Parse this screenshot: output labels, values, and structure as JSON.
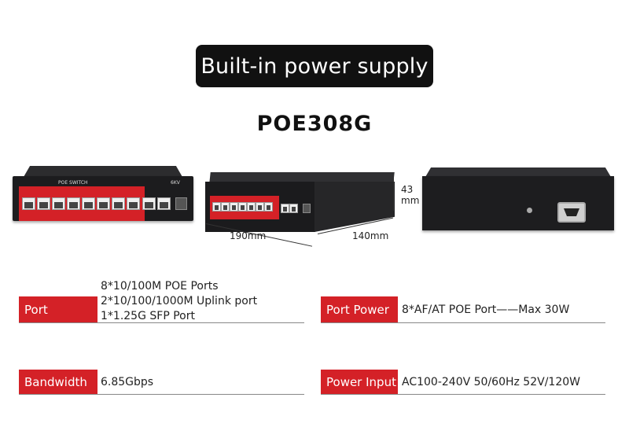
{
  "banner": {
    "text": "Built-in power supply"
  },
  "model": {
    "name": "POE308G"
  },
  "product_images": {
    "front_label": "POE SWITCH",
    "front_label_right": "6KV",
    "dimensions": {
      "height": "43",
      "height_unit": "mm",
      "width": "190mm",
      "depth": "140mm"
    }
  },
  "specs": {
    "port": {
      "label": "Port",
      "lines": [
        "8*10/100M POE Ports",
        "2*10/100/1000M Uplink port",
        "1*1.25G SFP Port"
      ]
    },
    "port_power": {
      "label": "Port Power",
      "value": "8*AF/AT POE Port——Max 30W"
    },
    "bandwidth": {
      "label": "Bandwidth",
      "value": "6.85Gbps"
    },
    "power_input": {
      "label": "Power Input",
      "value": "AC100-240V 50/60Hz 52V/120W"
    }
  },
  "colors": {
    "accent": "#d42127",
    "banner_bg": "#111111"
  }
}
